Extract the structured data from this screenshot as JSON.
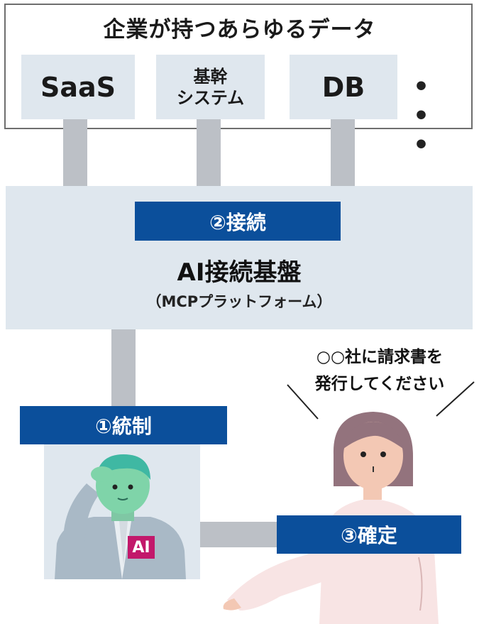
{
  "data_sources": {
    "title": "企業が持つあらゆるデータ",
    "items": [
      {
        "label": "SaaS"
      },
      {
        "label_line1": "基幹",
        "label_line2": "システム"
      },
      {
        "label": "DB"
      }
    ],
    "ellipsis": "• • •"
  },
  "platform": {
    "step_label": "②接続",
    "title": "AI接続基盤",
    "subtitle": "（MCPプラットフォーム）"
  },
  "governance": {
    "step_label": "①統制",
    "ai_badge": "AI"
  },
  "user": {
    "speech_line1": "○○社に請求書を",
    "speech_line2": "発行してください"
  },
  "confirm": {
    "step_label": "③確定"
  },
  "colors": {
    "accent_blue": "#0b4f9b",
    "panel_fill": "#dfe7ee",
    "connector_gray": "#bcc0c6",
    "ai_badge": "#c2186b"
  }
}
